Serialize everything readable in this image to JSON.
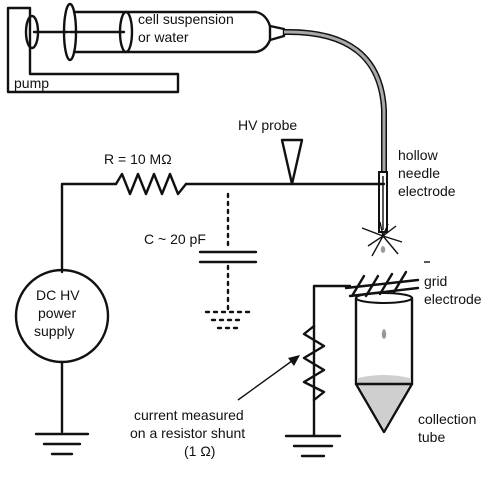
{
  "labels": {
    "cell_suspension_line1": "cell suspension",
    "cell_suspension_line2": "or water",
    "pump": "pump",
    "hv_probe": "HV probe",
    "resistor": "R = 10 MΩ",
    "capacitor": "C ~ 20 pF",
    "needle_line1": "hollow",
    "needle_line2": "needle",
    "needle_line3": "electrode",
    "grid_line1": "grid",
    "grid_line2": "electrode",
    "supply_line1": "DC HV",
    "supply_line2": "power",
    "supply_line3": "supply",
    "current_line1": "current measured",
    "current_line2": "on a resistor shunt",
    "current_line3": "(1 Ω)",
    "tube_line1": "collection",
    "tube_line2": "tube"
  },
  "colors": {
    "line": "#111111",
    "syringe_fill": "#a9a9a9",
    "tube_liquid": "#cfcfcf",
    "droplet": "#9a9a9a"
  }
}
